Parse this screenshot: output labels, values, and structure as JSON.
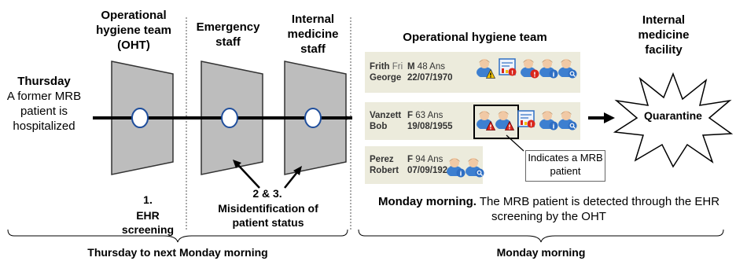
{
  "headers": {
    "oht": "Operational hygiene team (OHT)",
    "emergency": "Emergency staff",
    "internal": "Internal medicine staff",
    "ohteam": "Operational hygiene team",
    "facility": "Internal medicine facility"
  },
  "thursday": {
    "day": "Thursday",
    "desc": "A former MRB patient is hospitalized"
  },
  "steps": {
    "one_num": "1.",
    "one_label": "EHR screening",
    "two_num": "2 & 3.",
    "two_label": "Misidentification of patient status"
  },
  "patients": [
    {
      "surname": "Frith",
      "suffix": "Fri",
      "firstname": "George",
      "sex": "M",
      "age": "48 Ans",
      "dob": "22/07/1970"
    },
    {
      "surname": "Vanzett",
      "suffix": "",
      "firstname": "Bob",
      "sex": "F",
      "age": "63 Ans",
      "dob": "19/08/1955"
    },
    {
      "surname": "Perez",
      "suffix": "",
      "firstname": "Robert",
      "sex": "F",
      "age": "94 Ans",
      "dob": "07/09/1924"
    }
  ],
  "callout": "Indicates a MRB patient",
  "monday_note": {
    "bold": "Monday morning.",
    "rest": "The MRB patient is detected through the EHR screening by the OHT"
  },
  "quarantine": "Quarantine",
  "periods": {
    "left": "Thursday to next Monday morning",
    "right": "Monday morning"
  },
  "colors": {
    "door": "#bdbdbd",
    "panel": "#ecebdc",
    "warning": "#f2c200",
    "alert": "#d9261c",
    "info": "#2f6fc4"
  }
}
